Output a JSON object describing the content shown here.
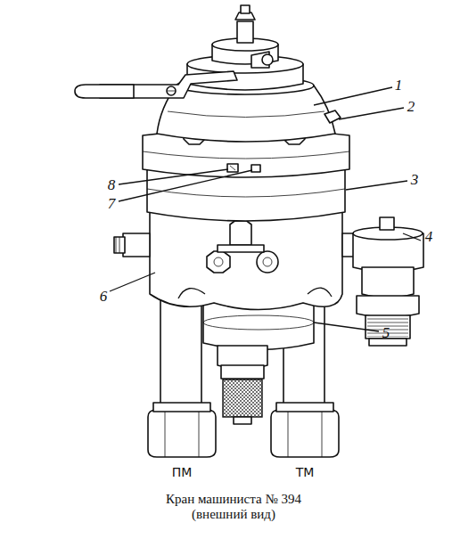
{
  "diagram": {
    "caption": "Кран машиниста № 394 (внешний вид)",
    "labels": [
      "1",
      "2",
      "3",
      "4",
      "5",
      "6",
      "7",
      "8",
      "ПМ",
      "ТМ"
    ]
  }
}
